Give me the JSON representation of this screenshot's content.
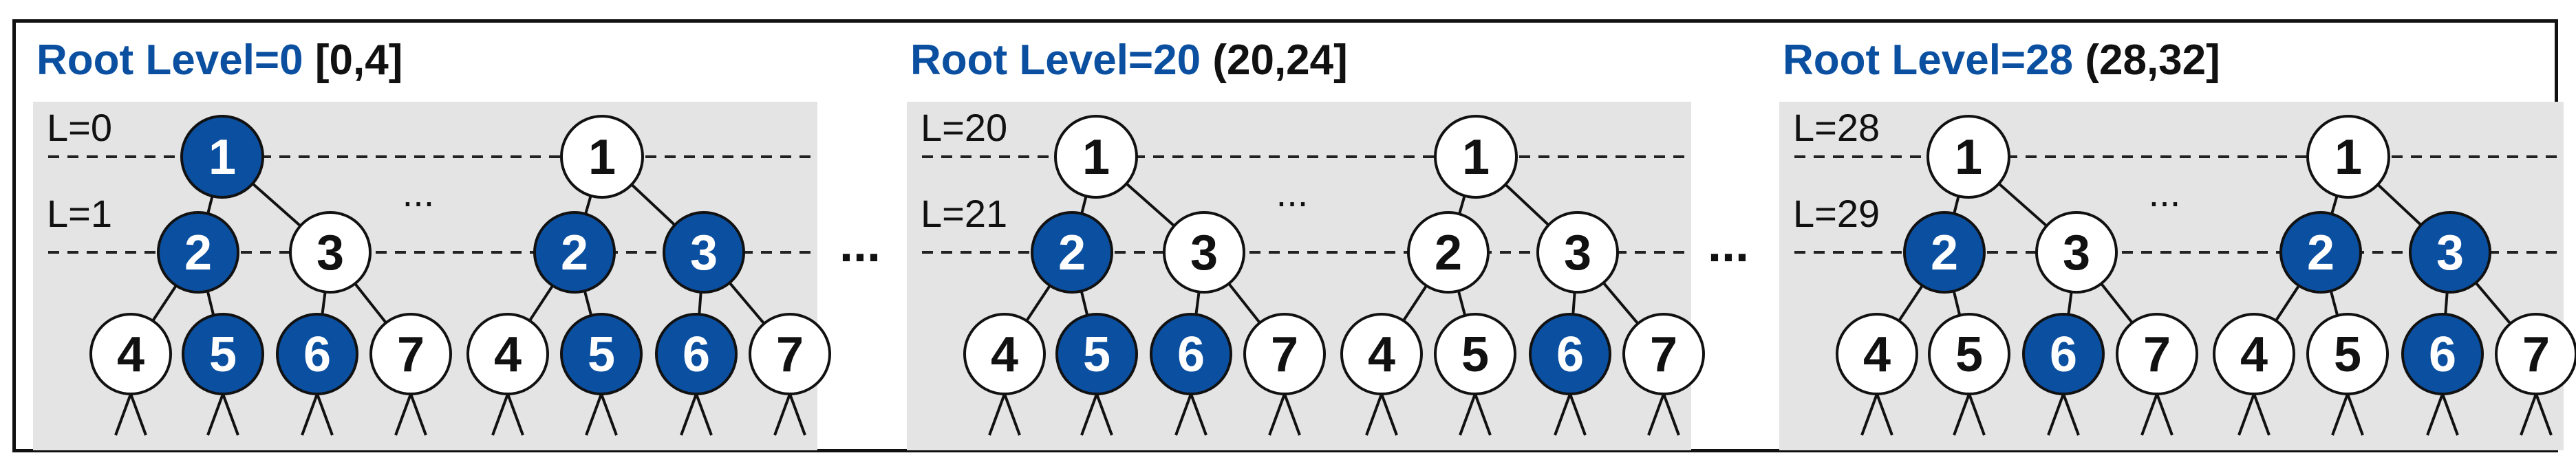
{
  "colors": {
    "selected_fill": "#0b4fa0",
    "unselected_fill": "#ffffff",
    "node_stroke": "#111111",
    "panel_bg": "#e4e4e4",
    "title_blue": "#0b4fa0",
    "title_black": "#111111"
  },
  "between_panels_ellipsis": "...",
  "panels": [
    {
      "title_blue": "Root Level=0",
      "title_range": "[0,4]",
      "level_labels": [
        "L=0",
        "L=1"
      ],
      "inner_ellipsis": "...",
      "trees": [
        {
          "nodes": [
            {
              "id": "1",
              "selected": true
            },
            {
              "id": "2",
              "selected": true
            },
            {
              "id": "3",
              "selected": false
            },
            {
              "id": "4",
              "selected": false
            },
            {
              "id": "5",
              "selected": true
            },
            {
              "id": "6",
              "selected": true
            },
            {
              "id": "7",
              "selected": false
            }
          ]
        },
        {
          "nodes": [
            {
              "id": "1",
              "selected": false
            },
            {
              "id": "2",
              "selected": true
            },
            {
              "id": "3",
              "selected": true
            },
            {
              "id": "4",
              "selected": false
            },
            {
              "id": "5",
              "selected": true
            },
            {
              "id": "6",
              "selected": true
            },
            {
              "id": "7",
              "selected": false
            }
          ]
        }
      ]
    },
    {
      "title_blue": "Root Level=20",
      "title_range": "(20,24]",
      "level_labels": [
        "L=20",
        "L=21"
      ],
      "inner_ellipsis": "...",
      "trees": [
        {
          "nodes": [
            {
              "id": "1",
              "selected": false
            },
            {
              "id": "2",
              "selected": true
            },
            {
              "id": "3",
              "selected": false
            },
            {
              "id": "4",
              "selected": false
            },
            {
              "id": "5",
              "selected": true
            },
            {
              "id": "6",
              "selected": true
            },
            {
              "id": "7",
              "selected": false
            }
          ]
        },
        {
          "nodes": [
            {
              "id": "1",
              "selected": false
            },
            {
              "id": "2",
              "selected": false
            },
            {
              "id": "3",
              "selected": false
            },
            {
              "id": "4",
              "selected": false
            },
            {
              "id": "5",
              "selected": false
            },
            {
              "id": "6",
              "selected": true
            },
            {
              "id": "7",
              "selected": false
            }
          ]
        }
      ]
    },
    {
      "title_blue": "Root Level=28",
      "title_range": "(28,32]",
      "level_labels": [
        "L=28",
        "L=29"
      ],
      "inner_ellipsis": "...",
      "trees": [
        {
          "nodes": [
            {
              "id": "1",
              "selected": false
            },
            {
              "id": "2",
              "selected": true
            },
            {
              "id": "3",
              "selected": false
            },
            {
              "id": "4",
              "selected": false
            },
            {
              "id": "5",
              "selected": false
            },
            {
              "id": "6",
              "selected": true
            },
            {
              "id": "7",
              "selected": false
            }
          ]
        },
        {
          "nodes": [
            {
              "id": "1",
              "selected": false
            },
            {
              "id": "2",
              "selected": true
            },
            {
              "id": "3",
              "selected": true
            },
            {
              "id": "4",
              "selected": false
            },
            {
              "id": "5",
              "selected": false
            },
            {
              "id": "6",
              "selected": true
            },
            {
              "id": "7",
              "selected": false
            }
          ]
        }
      ]
    }
  ]
}
